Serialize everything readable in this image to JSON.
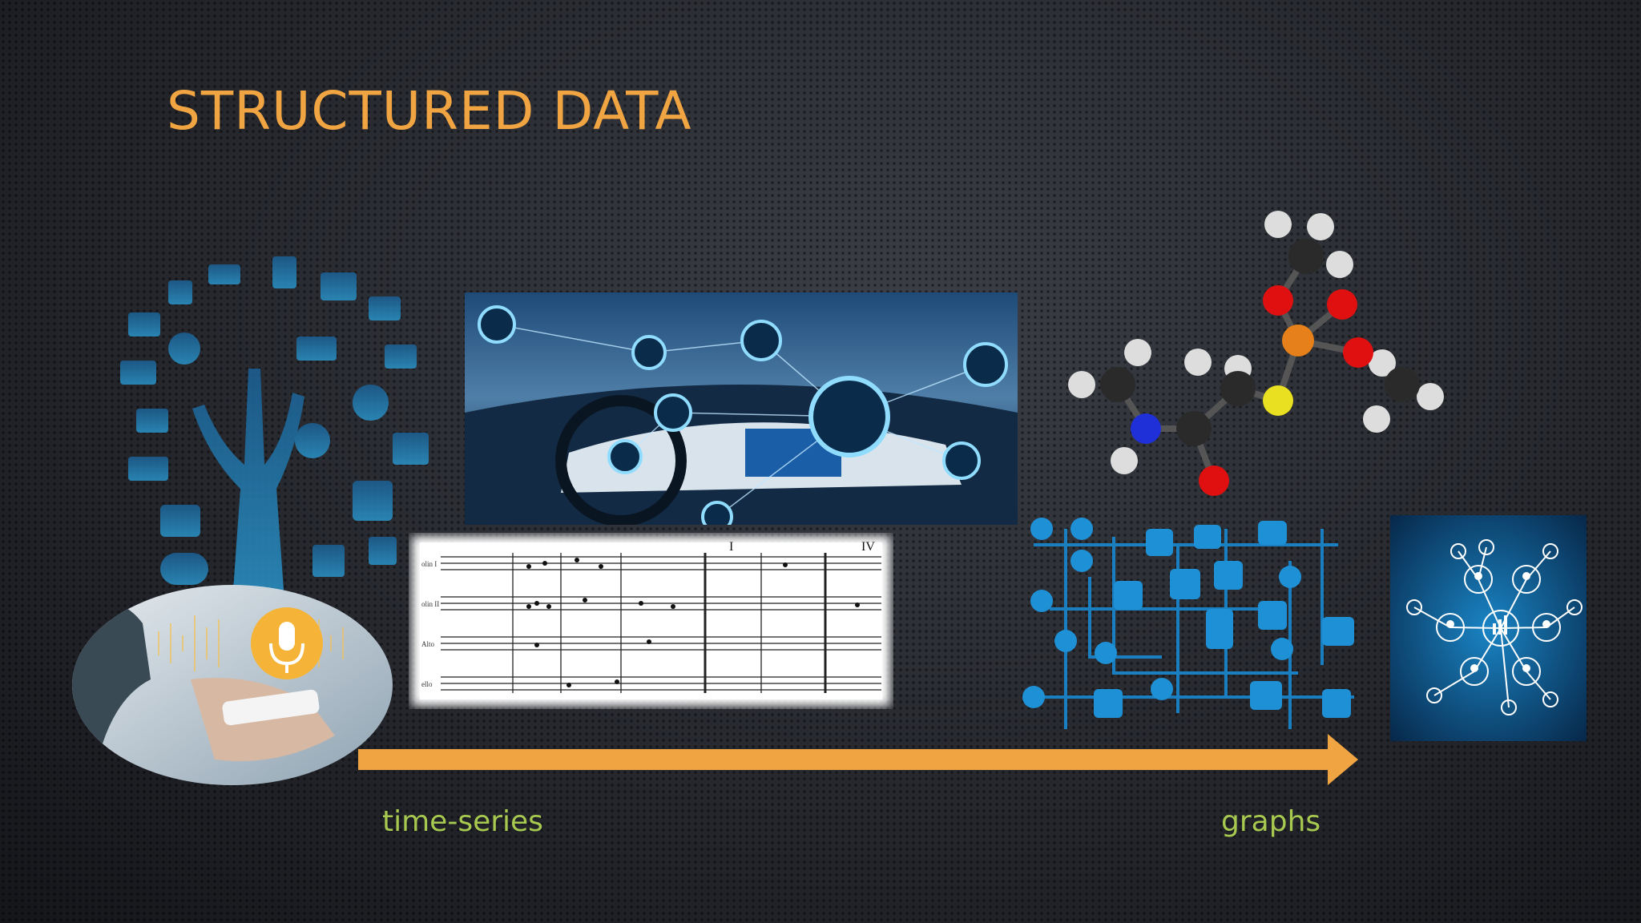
{
  "slide": {
    "title": "STRUCTURED DATA",
    "accent_color": "#f0a542",
    "label_color": "#a8c94f"
  },
  "timeline": {
    "start_label": "time-series",
    "end_label": "graphs"
  },
  "images": [
    {
      "name": "iot-tree-icon"
    },
    {
      "name": "connected-car-dashboard-image"
    },
    {
      "name": "sheet-music-image"
    },
    {
      "name": "voice-assistant-image",
      "icon": "microphone-icon"
    },
    {
      "name": "molecule-ball-and-stick-image"
    },
    {
      "name": "social-media-network-icons"
    },
    {
      "name": "business-network-diagram-image"
    }
  ],
  "sheet_music": {
    "staff_labels": [
      "olin I",
      "olin II",
      "Alto",
      "ello"
    ],
    "section_marks": [
      "I",
      "IV"
    ]
  }
}
